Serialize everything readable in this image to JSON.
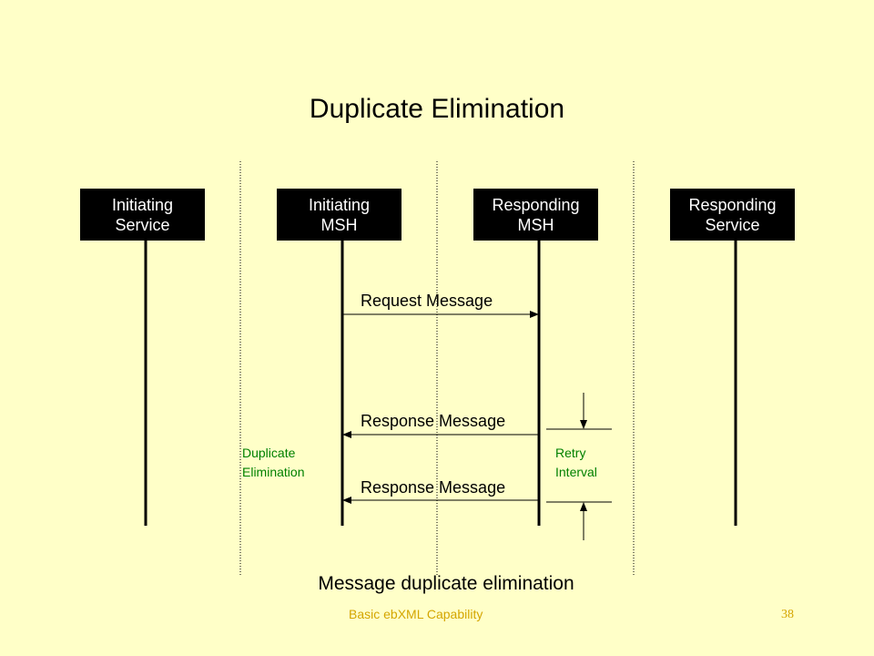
{
  "title": "Duplicate Elimination",
  "lifelines": [
    {
      "label": "Initiating\nService"
    },
    {
      "label": "Initiating\nMSH"
    },
    {
      "label": "Responding\nMSH"
    },
    {
      "label": "Responding\nService"
    }
  ],
  "messages": [
    {
      "label": "Request Message",
      "direction": "right"
    },
    {
      "label": "Response Message",
      "direction": "left"
    },
    {
      "label": "Response Message",
      "direction": "left"
    }
  ],
  "annotations": {
    "duplicate_elimination": "Duplicate\nElimination",
    "retry_interval": "Retry\nInterval"
  },
  "caption": "Message duplicate elimination",
  "footer": {
    "text": "Basic ebXML Capability",
    "page": "38"
  },
  "colors": {
    "background": "#ffffc8",
    "box_fill": "#000000",
    "box_text": "#ffffff",
    "annotation": "#008000",
    "footer": "#d4a500"
  }
}
